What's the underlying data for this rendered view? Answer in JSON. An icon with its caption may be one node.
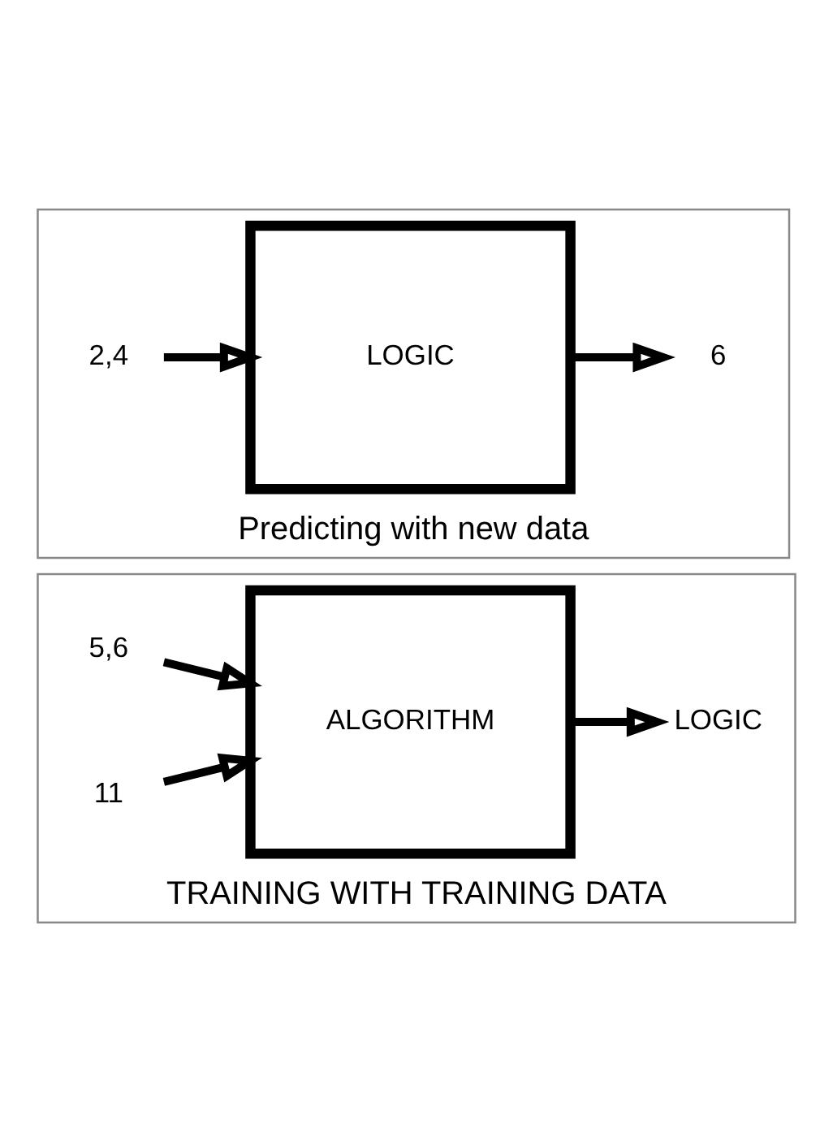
{
  "diagram": {
    "nodes": [
      {
        "text": [
          "Predicting with new data"
        ]
      },
      {
        "text": [
          "2,4"
        ],
        "in": 0
      },
      {
        "text": [
          "LOGIC"
        ],
        "in": 0
      },
      {
        "text": [
          "6"
        ],
        "in": 0
      },
      {
        "text": [
          "TRAINING WITH TRAINING DATA"
        ]
      },
      {
        "text": [
          "5,6"
        ],
        "in": 4
      },
      {
        "text": [
          "11"
        ],
        "in": 4
      },
      {
        "text": [
          "ALGORITHM"
        ],
        "in": 4
      },
      {
        "text": [
          "LOGIC"
        ],
        "in": 4
      }
    ],
    "edges": [
      {
        "from": 1,
        "to": 2,
        "arrow": "to"
      },
      {
        "from": 2,
        "to": 3,
        "arrow": "to"
      },
      {
        "from": 5,
        "to": 7,
        "arrow": "to"
      },
      {
        "from": 6,
        "to": 7,
        "arrow": "to"
      },
      {
        "from": 7,
        "to": 8,
        "arrow": "to"
      }
    ]
  }
}
